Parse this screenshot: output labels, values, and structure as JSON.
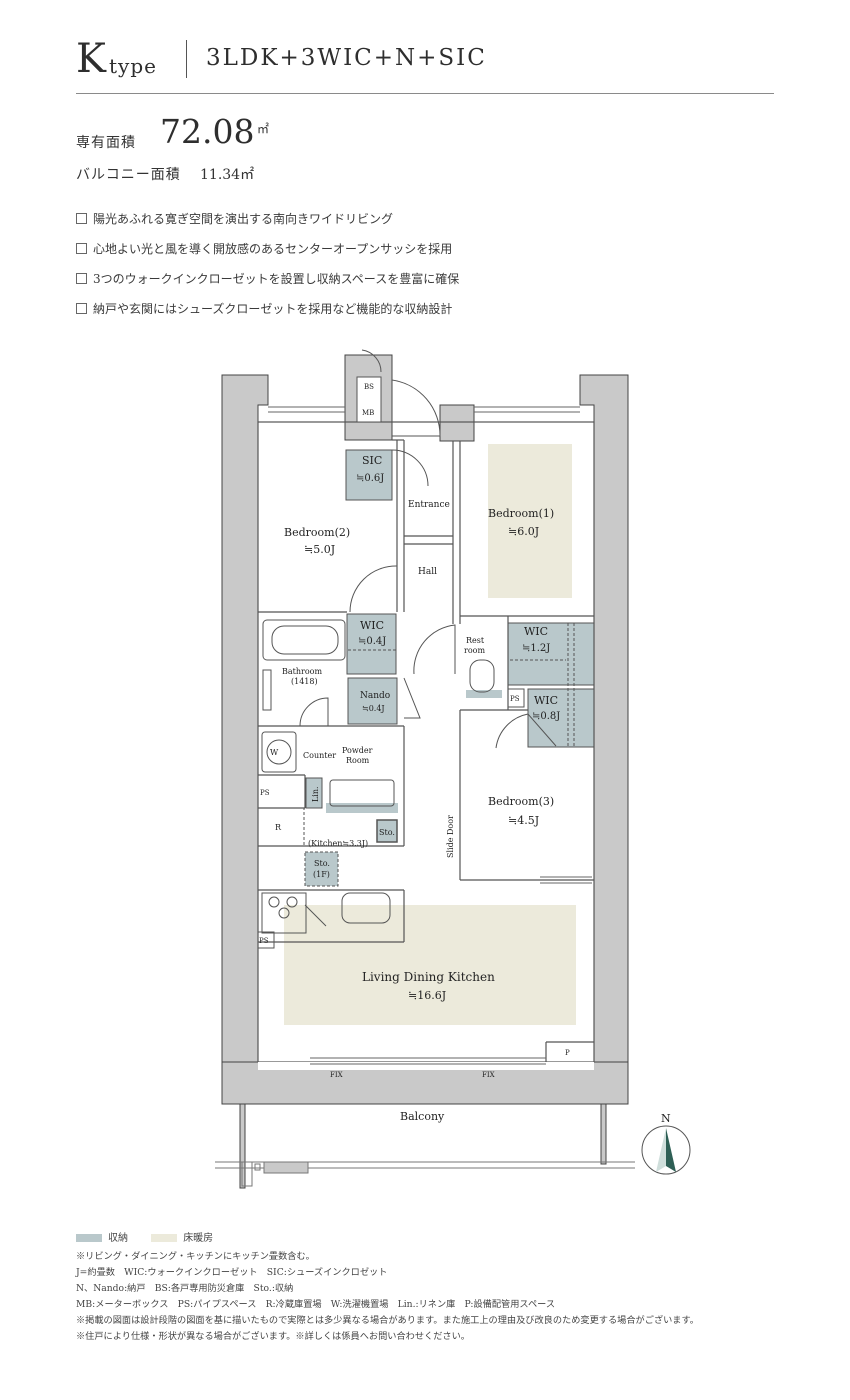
{
  "header": {
    "type_letter": "K",
    "type_word": "type",
    "layout_code": "3LDK+3WIC+N+SIC"
  },
  "area": {
    "label": "専有面積",
    "value": "72.08",
    "unit": "㎡",
    "balcony_label": "バルコニー面積",
    "balcony_value": "11.34㎡"
  },
  "features": [
    "陽光あふれる寛ぎ空間を演出する南向きワイドリビング",
    "心地よい光と風を導く開放感のあるセンターオープンサッシを採用",
    "3つのウォークインクローゼットを設置し収納スペースを豊富に確保",
    "納戸や玄関にはシューズクローゼットを採用など機能的な収納設計"
  ],
  "floorplan": {
    "rooms": {
      "bedroom1_name": "Bedroom(1)",
      "bedroom1_size": "≒6.0J",
      "bedroom2_name": "Bedroom(2)",
      "bedroom2_size": "≒5.0J",
      "bedroom3_name": "Bedroom(3)",
      "bedroom3_size": "≒4.5J",
      "ldk_name": "Living Dining Kitchen",
      "ldk_size": "≒16.6J",
      "sic_name": "SIC",
      "sic_size": "≒0.6J",
      "wic_a_name": "WIC",
      "wic_a_size": "≒0.4J",
      "wic_b_name": "WIC",
      "wic_b_size": "≒1.2J",
      "wic_c_name": "WIC",
      "wic_c_size": "≒0.8J",
      "nando_name": "Nando",
      "nando_size": "≒0.4J",
      "entrance": "Entrance",
      "hall": "Hall",
      "restroom_1": "Rest",
      "restroom_2": "room",
      "bathroom_1": "Bathroom",
      "bathroom_2": "(1418)",
      "powder_1": "Powder",
      "powder_2": "Room",
      "counter": "Counter",
      "kitchen": "(Kitchen≒3.3J)",
      "sto1_1": "Sto.",
      "sto1_2": "(1F)",
      "sto": "Sto.",
      "lin": "Lin.",
      "w": "W",
      "r": "R",
      "ps": "PS",
      "p": "P",
      "bs": "BS",
      "mb": "MB",
      "slide_door": "Slide Door",
      "fix": "FIX",
      "balcony": "Balcony"
    },
    "compass": "N",
    "colors": {
      "storage": "#b9c8cb",
      "floor_heating": "#eceadb",
      "wall": "#c9c9c9"
    }
  },
  "legend": {
    "storage_label": "収納",
    "heating_label": "床暖房"
  },
  "notes": [
    "※リビング・ダイニング・キッチンにキッチン畳数含む。",
    "J=約畳数　WIC:ウォークインクローゼット　SIC:シューズインクロゼット",
    "N、Nando:納戸　BS:各戸専用防災倉庫　Sto.:収納",
    "MB:メーターボックス　PS:パイプスペース　R:冷蔵庫置場　W:洗濯機置場　Lin.:リネン庫　P:設備配管用スペース",
    "※掲載の図面は設計段階の図面を基に描いたもので実際とは多少異なる場合があります。また施工上の理由及び改良のため変更する場合がございます。",
    "※住戸により仕様・形状が異なる場合がございます。※詳しくは係員へお問い合わせください。"
  ]
}
